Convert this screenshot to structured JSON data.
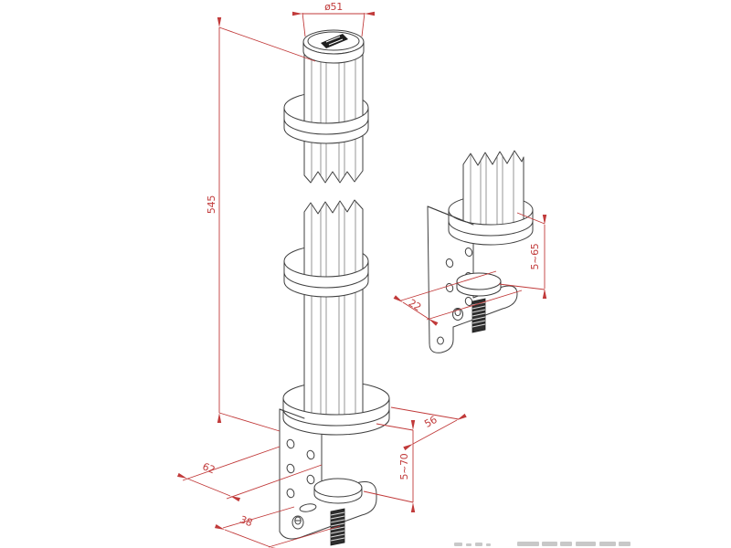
{
  "drawing": {
    "dimension_labels": {
      "pole_diameter": "ø51",
      "pole_height": "545",
      "detail_clamp_range": "5~65",
      "detail_foot_depth": "22",
      "clamp_plate_width": "62",
      "clamp_foot_width": "38",
      "clamp_range": "5~70",
      "clamp_throat_depth": "56"
    },
    "colors": {
      "dimension_line": "#c13a3a",
      "part_outline": "#3f3f3f",
      "background": "#ffffff"
    }
  }
}
